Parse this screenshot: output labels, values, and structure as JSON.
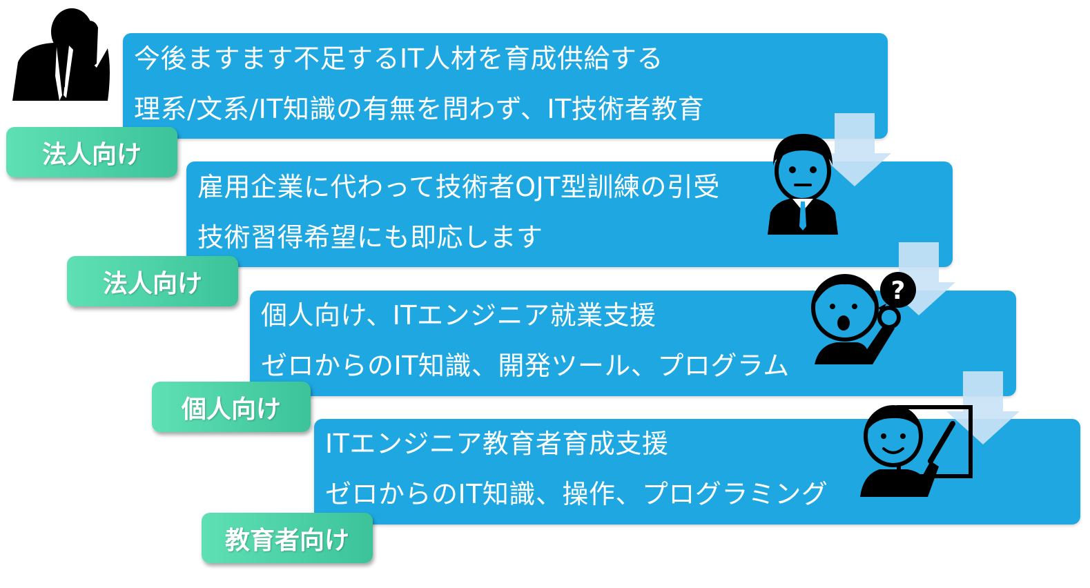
{
  "steps": [
    {
      "line1": "今後ますます不足するIT人材を育成供給する",
      "line2": "理系/文系/IT知識の有無を問わず、IT技術者教育",
      "tag": "法人向け",
      "icon": "worried-man-icon"
    },
    {
      "line1": "雇用企業に代わって技術者OJT型訓練の引受",
      "line2": "技術習得希望にも即応します",
      "tag": "法人向け",
      "icon": "businessman-icon"
    },
    {
      "line1": "個人向け、ITエンジニア就業支援",
      "line2": "ゼロからのIT知識、開発ツール、プログラム",
      "tag": "個人向け",
      "icon": "question-person-icon"
    },
    {
      "line1": "ITエンジニア教育者育成支援",
      "line2": "ゼロからのIT知識、操作、プログラミング",
      "tag": "教育者向け",
      "icon": "teacher-icon"
    }
  ],
  "colors": {
    "card": "#1ea7e0",
    "tag": "#4fd3a8",
    "arrow": "#c9e3f6",
    "figure": "#000000"
  }
}
